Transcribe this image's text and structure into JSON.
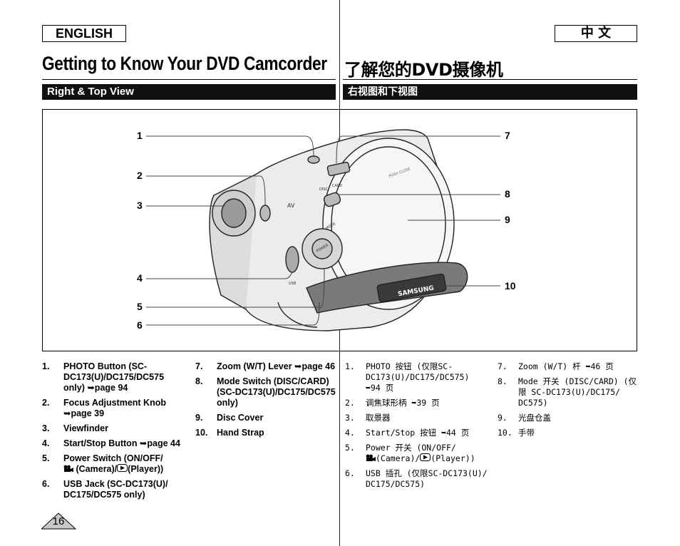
{
  "header": {
    "lang_en": "ENGLISH",
    "lang_zh": "中 文",
    "title_en": "Getting to Know Your DVD Camcorder",
    "title_zh": "了解您的DVD摄像机"
  },
  "section": {
    "en": "Right & Top View",
    "zh": "右视图和下视图"
  },
  "figure": {
    "callouts": [
      "1",
      "2",
      "3",
      "4",
      "5",
      "6",
      "7",
      "8",
      "9",
      "10"
    ],
    "labels": {
      "brand": "SAMSUNG",
      "push_close": "PUSH CLOSE",
      "av": "AV",
      "mode": "MODE",
      "power": "POWER",
      "disc": "DISC",
      "card": "CARD",
      "usb": "USB"
    }
  },
  "list_en_col1": [
    {
      "num": "1.",
      "text": "PHOTO Button (SC-DC173(U)/DC175/DC575 only) ➥page 94"
    },
    {
      "num": "2.",
      "text": "Focus Adjustment Knob ➥page 39"
    },
    {
      "num": "3.",
      "text": "Viewfinder"
    },
    {
      "num": "4.",
      "text": "Start/Stop Button ➥page 44"
    },
    {
      "num": "5.",
      "text_a": "Power Switch (ON/OFF/",
      "text_b": "(Camera)/",
      "text_c": "(Player))"
    },
    {
      "num": "6.",
      "text": "USB Jack (SC-DC173(U)/ DC175/DC575 only)"
    }
  ],
  "list_en_col2": [
    {
      "num": "7.",
      "text": "Zoom (W/T) Lever ➥page 46"
    },
    {
      "num": "8.",
      "text": "Mode Switch (DISC/CARD) (SC-DC173(U)/DC175/DC575 only)"
    },
    {
      "num": "9.",
      "text": "Disc Cover"
    },
    {
      "num": "10.",
      "text": "Hand Strap"
    }
  ],
  "list_zh_col1": [
    {
      "num": "1.",
      "text": "PHOTO 按钮 (仅限SC-DC173(U)/DC175/DC575) ➥94 页"
    },
    {
      "num": "2.",
      "text": "调焦球形柄 ➥39 页"
    },
    {
      "num": "3.",
      "text": "取景器"
    },
    {
      "num": "4.",
      "text": "Start/Stop 按钮 ➥44 页"
    },
    {
      "num": "5.",
      "text_a": "Power 开关 (ON/OFF/",
      "text_b": "(Camera)/",
      "text_c": "(Player))"
    },
    {
      "num": "6.",
      "text": "USB 插孔 (仅限SC-DC173(U)/ DC175/DC575)"
    }
  ],
  "list_zh_col2": [
    {
      "num": "7.",
      "text": "Zoom (W/T) 杆 ➥46 页"
    },
    {
      "num": "8.",
      "text": "Mode 开关 (DISC/CARD) (仅限 SC-DC173(U)/DC175/ DC575)"
    },
    {
      "num": "9.",
      "text": "光盘仓盖"
    },
    {
      "num": "10.",
      "text": "手带"
    }
  ],
  "footer": {
    "page_number": "16"
  },
  "colors": {
    "bar": "#111111",
    "text": "#000000",
    "background": "#ffffff"
  }
}
